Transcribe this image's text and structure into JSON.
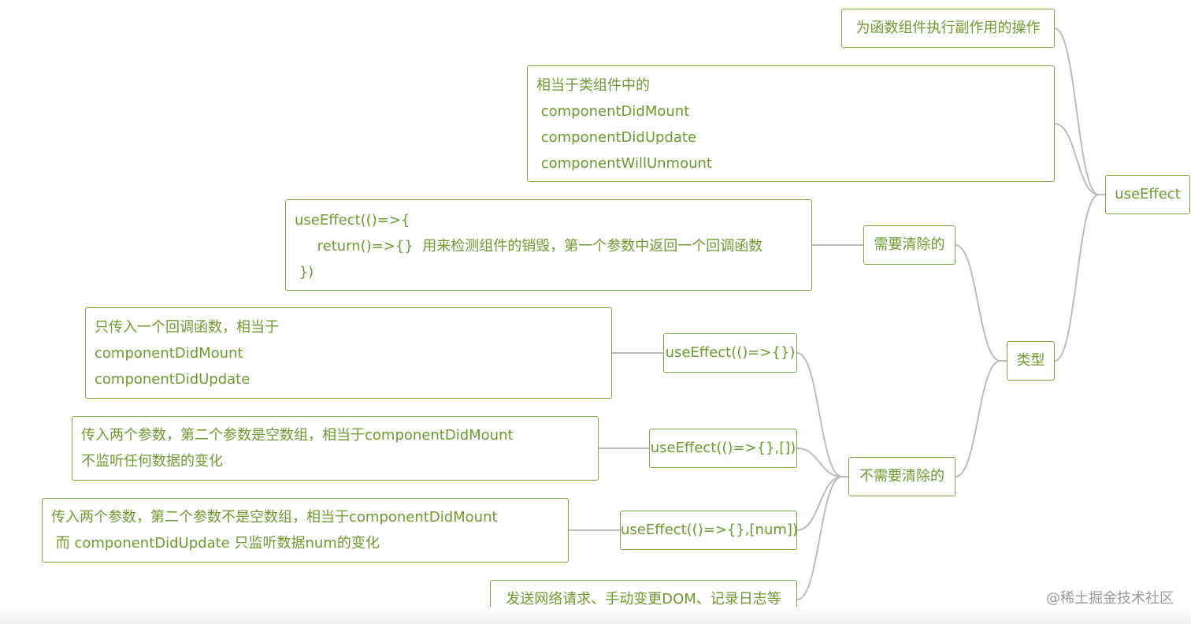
{
  "nodes": {
    "root": {
      "text": "useEffect"
    },
    "purpose": {
      "text": "为函数组件执行副作用的操作"
    },
    "lifecycle": {
      "lines": [
        "相当于类组件中的",
        " componentDidMount",
        " componentDidUpdate",
        " componentWillUnmount"
      ]
    },
    "types": {
      "text": "类型"
    },
    "needs_cleanup": {
      "text": "需要清除的"
    },
    "cleanup_desc": {
      "lines": [
        "useEffect(()=>{",
        "     return()=>{}  用来检测组件的销毁，第一个参数中返回一个回调函数",
        " })"
      ]
    },
    "no_cleanup": {
      "text": "不需要清除的"
    },
    "effect_a": {
      "text": "useEffect(()=>{})"
    },
    "effect_a_desc": {
      "lines": [
        "只传入一个回调函数，相当于",
        "componentDidMount",
        "componentDidUpdate"
      ]
    },
    "effect_b": {
      "text": "useEffect(()=>{},[])"
    },
    "effect_b_desc": {
      "lines": [
        "传入两个参数，第二个参数是空数组，相当于componentDidMount",
        "不监听任何数据的变化"
      ]
    },
    "effect_c": {
      "text": "useEffect(()=>{},[num])"
    },
    "effect_c_desc": {
      "lines": [
        "传入两个参数，第二个参数不是空数组，相当于componentDidMount",
        " 而 componentDidUpdate 只监听数据num的变化"
      ]
    },
    "examples": {
      "text": "发送网络请求、手动变更DOM、记录日志等"
    }
  },
  "watermark": "@稀土掘金技术社区",
  "colors": {
    "node_border": "#7aa83c",
    "node_text": "#6e9a2f",
    "link": "#bcbcbc"
  }
}
